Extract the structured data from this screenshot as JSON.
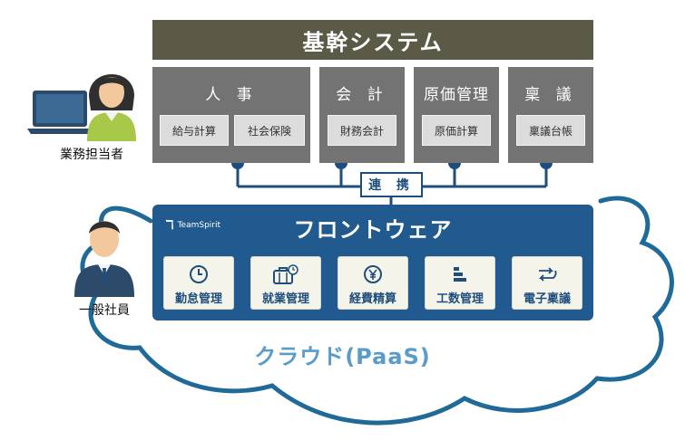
{
  "backbone": {
    "title": "基幹システム"
  },
  "groups": [
    {
      "title": "人 事",
      "subs": [
        "給与計算",
        "社会保険"
      ]
    },
    {
      "title": "会 計",
      "subs": [
        "財務会計"
      ]
    },
    {
      "title": "原価管理",
      "subs": [
        "原価計算"
      ]
    },
    {
      "title": "稟 議",
      "subs": [
        "稟議台帳"
      ]
    }
  ],
  "connector": {
    "label": "連 携"
  },
  "frontware": {
    "logo_text": "TeamSpirit",
    "title": "フロントウェア",
    "modules": [
      {
        "label": "勤怠管理",
        "icon": "clock-icon"
      },
      {
        "label": "就業管理",
        "icon": "briefcase-clock-icon"
      },
      {
        "label": "経費精算",
        "icon": "yen-coin-icon"
      },
      {
        "label": "工数管理",
        "icon": "bar-stack-icon"
      },
      {
        "label": "電子稟議",
        "icon": "workflow-arrows-icon"
      }
    ]
  },
  "cloud": {
    "label": "クラウド(PaaS)"
  },
  "people": {
    "staff": "業務担当者",
    "employee": "一般社員"
  },
  "colors": {
    "backbone": "#5a5a46",
    "group": "#737373",
    "frontware": "#215a8f",
    "connector": "#1e4e7c",
    "cloud_outline": "#1f6a98",
    "cloud_text": "#5a9bc9"
  }
}
